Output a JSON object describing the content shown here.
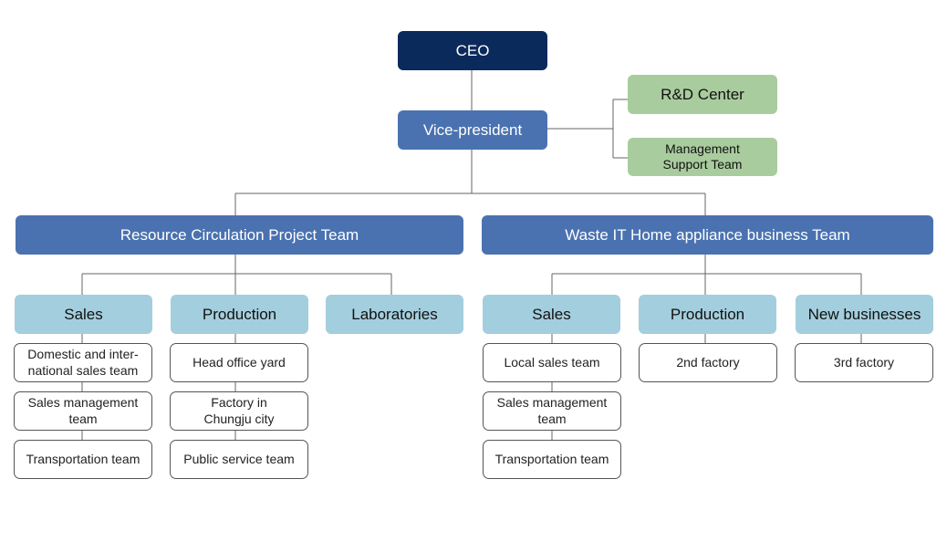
{
  "org": {
    "ceo": "CEO",
    "vice_president": "Vice-president",
    "rd_center": "R&D Center",
    "management_support": "Management Support Team",
    "team_a": {
      "name": "Resource Circulation Project Team",
      "sales": "Sales",
      "production": "Production",
      "laboratories": "Laboratories",
      "sales_units": [
        "Domestic and inter-national sales team",
        "Sales management team",
        "Transportation team"
      ],
      "production_units": [
        "Head office yard",
        "Factory in Chungju city",
        "Public service team"
      ]
    },
    "team_b": {
      "name": "Waste IT Home appliance business Team",
      "sales": "Sales",
      "production": "Production",
      "new_businesses": "New businesses",
      "sales_units": [
        "Local sales team",
        "Sales management team",
        "Transportation team"
      ],
      "production_units": [
        "2nd factory"
      ],
      "new_business_units": [
        "3rd factory"
      ]
    }
  },
  "colors": {
    "ceo": "#0b2a5c",
    "blue": "#4a72b0",
    "green": "#a9cc9e",
    "light_blue": "#a3cedd",
    "line": "#666666"
  }
}
